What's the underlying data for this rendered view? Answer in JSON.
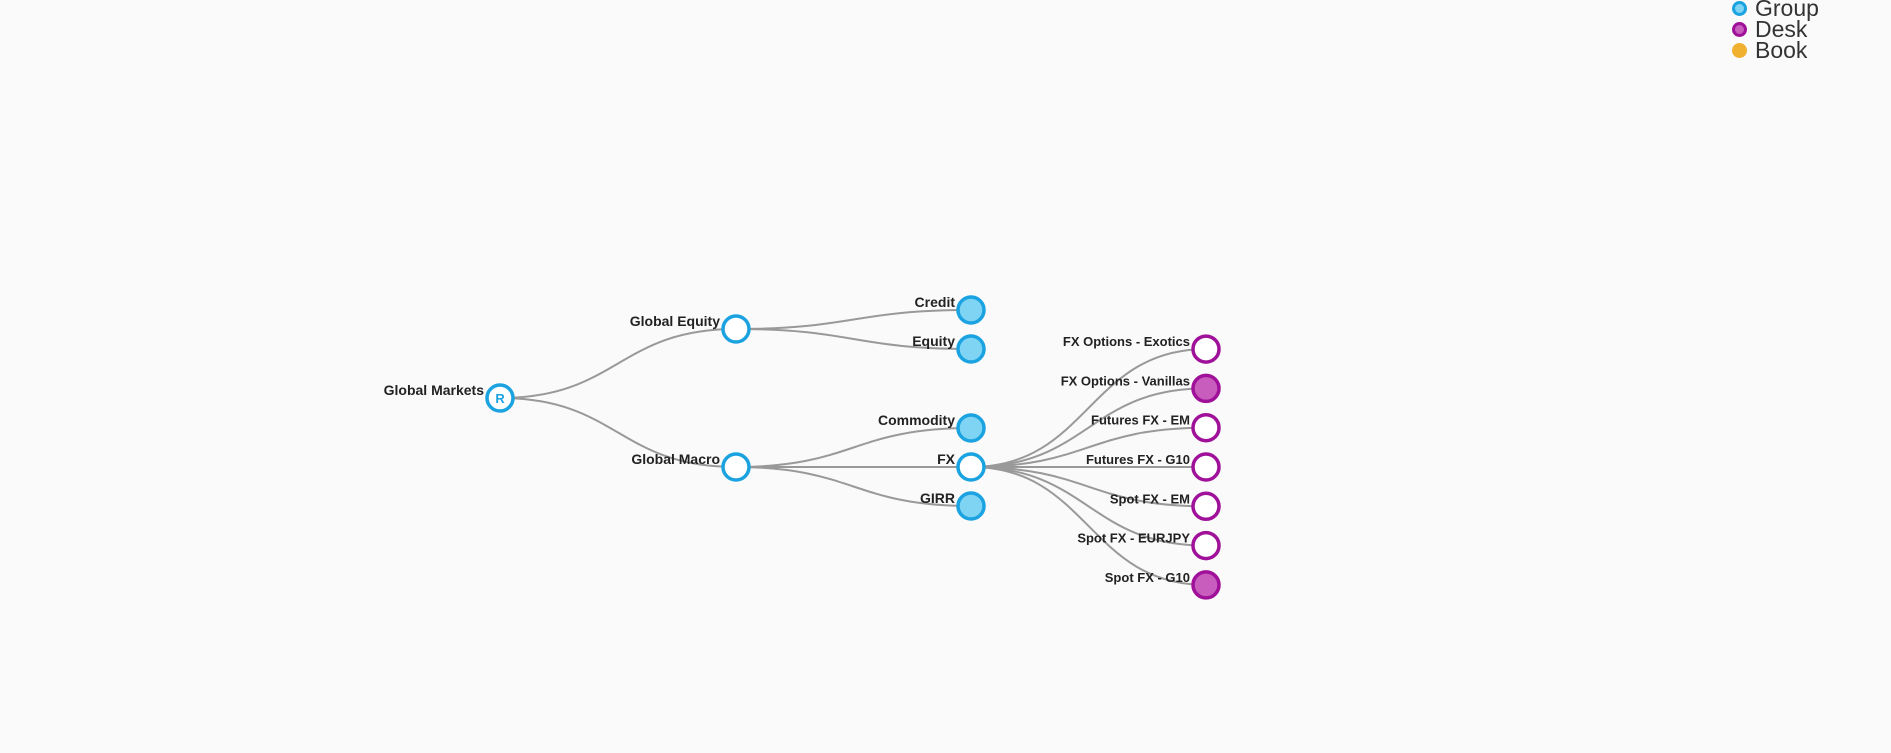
{
  "legend": {
    "items": [
      {
        "label": "Group",
        "fill": "#7fd4f4",
        "stroke": "#1aa3e0"
      },
      {
        "label": "Desk",
        "fill": "#c85dbe",
        "stroke": "#a0119a"
      },
      {
        "label": "Book",
        "fill": "#f0b030",
        "stroke": "#f0b030"
      }
    ]
  },
  "tree": {
    "root_letter": "R",
    "colors": {
      "link": "#999999",
      "group": "#1aa3e0",
      "group_fill": "#7fd4f4",
      "desk": "#a0119a",
      "desk_fill": "#c85dbe",
      "empty_fill": "#ffffff"
    },
    "nodes": [
      {
        "id": "global-markets",
        "label": "Global Markets",
        "type": "group",
        "parent": null,
        "filled": false,
        "root": true
      },
      {
        "id": "global-equity",
        "label": "Global Equity",
        "type": "group",
        "parent": "global-markets",
        "filled": false
      },
      {
        "id": "global-macro",
        "label": "Global Macro",
        "type": "group",
        "parent": "global-markets",
        "filled": false
      },
      {
        "id": "credit",
        "label": "Credit",
        "type": "group",
        "parent": "global-equity",
        "filled": true
      },
      {
        "id": "equity",
        "label": "Equity",
        "type": "group",
        "parent": "global-equity",
        "filled": true
      },
      {
        "id": "commodity",
        "label": "Commodity",
        "type": "group",
        "parent": "global-macro",
        "filled": true
      },
      {
        "id": "fx",
        "label": "FX",
        "type": "group",
        "parent": "global-macro",
        "filled": false
      },
      {
        "id": "girr",
        "label": "GIRR",
        "type": "group",
        "parent": "global-macro",
        "filled": true
      },
      {
        "id": "fx-options-exotics",
        "label": "FX Options - Exotics",
        "type": "desk",
        "parent": "fx",
        "filled": false
      },
      {
        "id": "fx-options-vanillas",
        "label": "FX Options - Vanillas",
        "type": "desk",
        "parent": "fx",
        "filled": true
      },
      {
        "id": "futures-fx-em",
        "label": "Futures FX - EM",
        "type": "desk",
        "parent": "fx",
        "filled": false
      },
      {
        "id": "futures-fx-g10",
        "label": "Futures FX - G10",
        "type": "desk",
        "parent": "fx",
        "filled": false
      },
      {
        "id": "spot-fx-em",
        "label": "Spot FX - EM",
        "type": "desk",
        "parent": "fx",
        "filled": false
      },
      {
        "id": "spot-fx-eurjpy",
        "label": "Spot FX - EURJPY",
        "type": "desk",
        "parent": "fx",
        "filled": false
      },
      {
        "id": "spot-fx-g10",
        "label": "Spot FX - G10",
        "type": "desk",
        "parent": "fx",
        "filled": true
      }
    ]
  }
}
